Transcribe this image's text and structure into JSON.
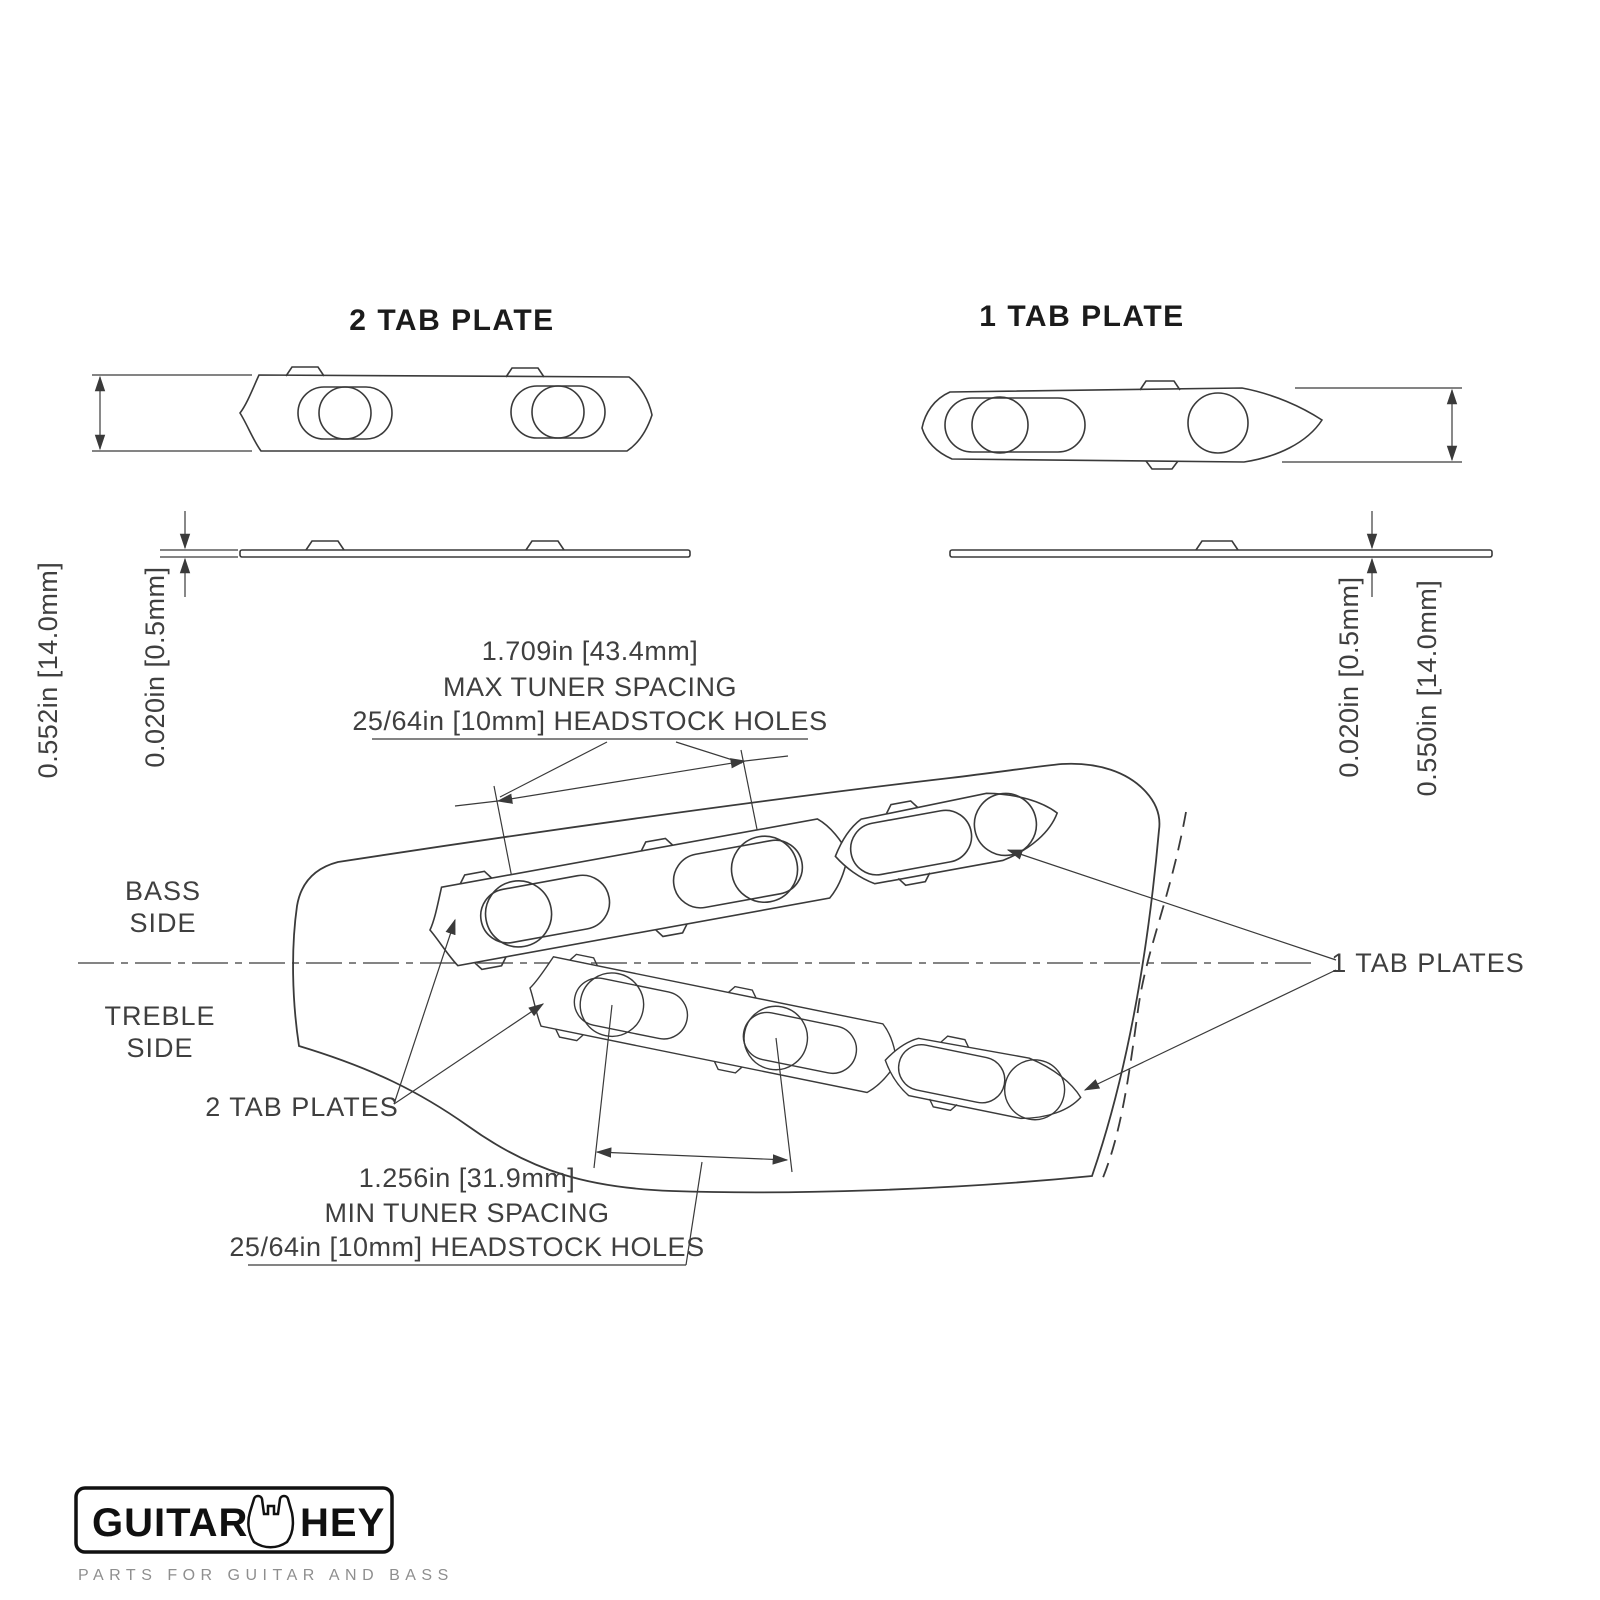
{
  "diagram": {
    "titles": {
      "two_tab": "2 TAB PLATE",
      "one_tab": "1 TAB PLATE"
    },
    "dims": {
      "plate2_height": "0.552in [14.0mm]",
      "plate2_thickness": "0.020in [0.5mm]",
      "plate1_thickness": "0.020in [0.5mm]",
      "plate1_height": "0.550in [14.0mm]",
      "max_value": "1.709in [43.4mm]",
      "max_label": "MAX TUNER SPACING",
      "max_holes": "25/64in [10mm] HEADSTOCK HOLES",
      "min_value": "1.256in [31.9mm]",
      "min_label": "MIN TUNER SPACING",
      "min_holes": "25/64in [10mm] HEADSTOCK HOLES"
    },
    "labels": {
      "bass_line1": "BASS",
      "bass_line2": "SIDE",
      "treble_line1": "TREBLE",
      "treble_line2": "SIDE",
      "two_tab_plates": "2 TAB PLATES",
      "one_tab_plates": "1 TAB PLATES"
    }
  },
  "logo": {
    "guitar": "GUITAR",
    "hey": "HEY",
    "tagline": "PARTS FOR GUITAR AND BASS"
  },
  "colors": {
    "line": "#3a3a3a",
    "text": "#3f3f3f",
    "title": "#1b1b1b"
  }
}
